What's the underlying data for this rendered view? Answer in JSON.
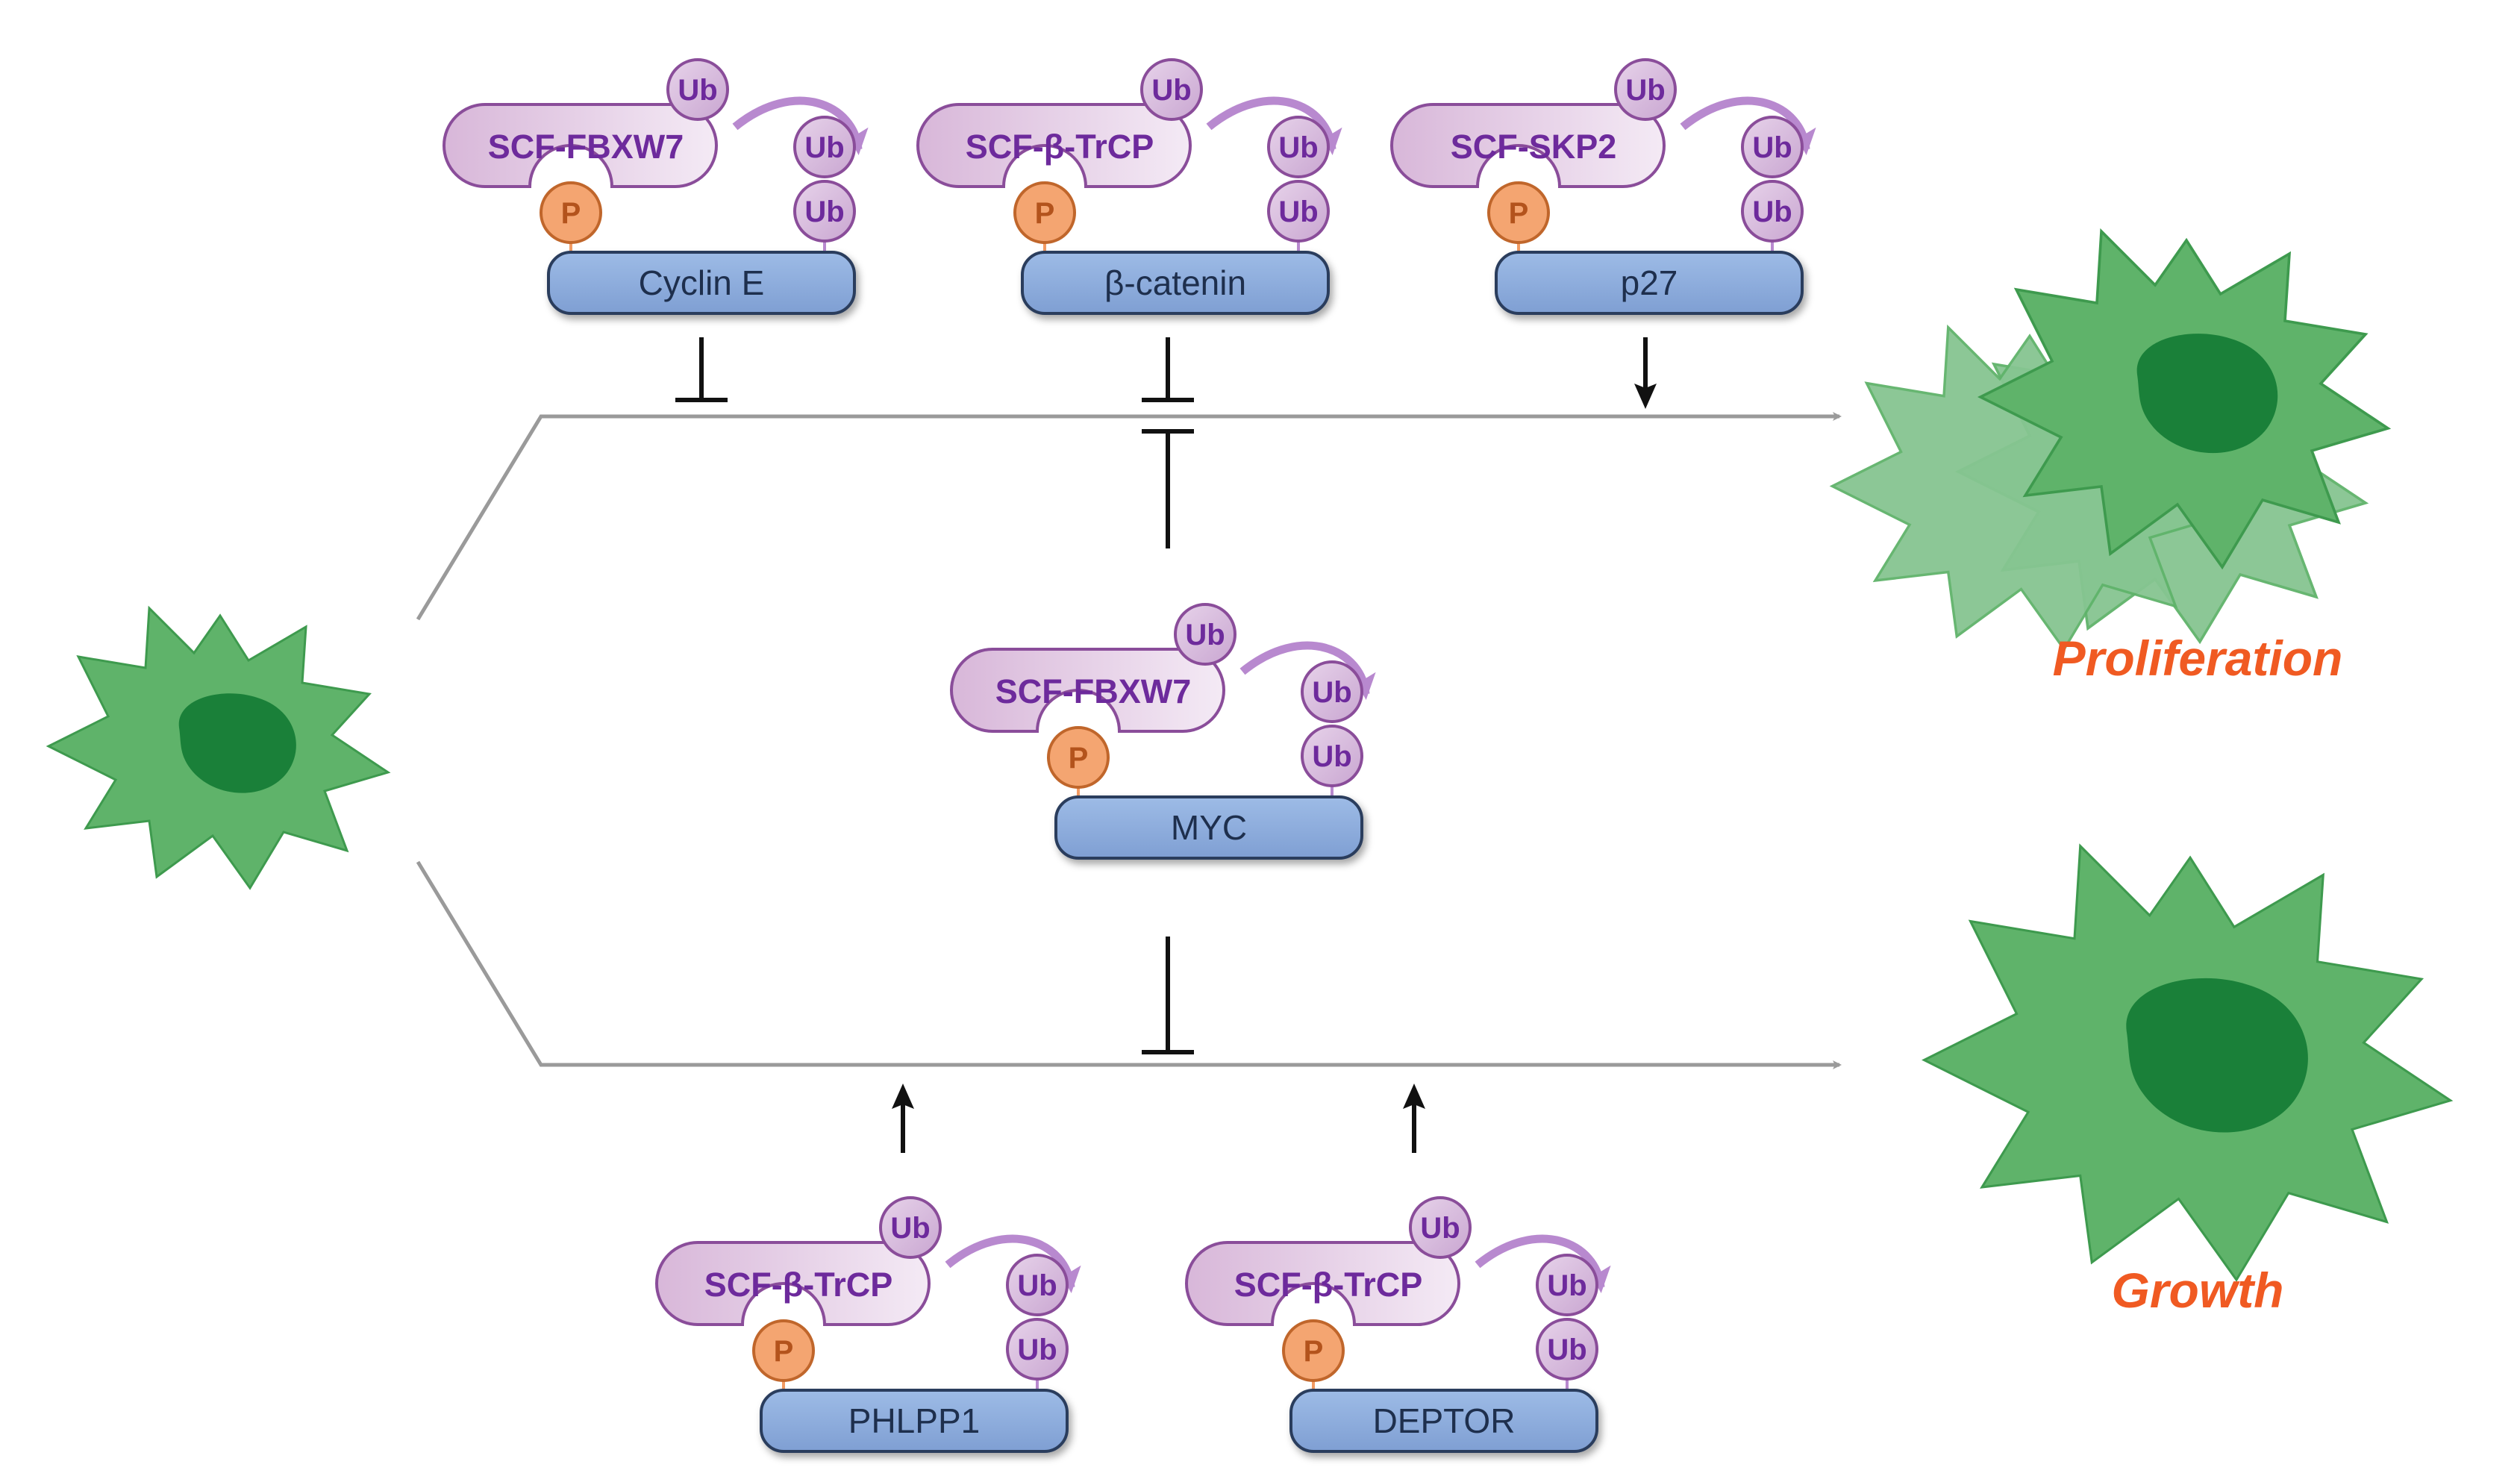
{
  "colors": {
    "ligase_fill": "#dbbbdb",
    "ligase_stroke": "#8a4d9a",
    "ub_fill": "#dcc2e0",
    "ub_text": "#6d2a9c",
    "phospho_fill": "#f4a571",
    "phospho_text": "#b3531c",
    "substrate_fill": "#8fb0df",
    "substrate_stroke": "#2c3e5d",
    "curved_arrow": "#b889cf",
    "cell_fill": "#5fb36a",
    "cell_light": "#86c591",
    "nucleus": "#1a8039",
    "pathway_line": "#9a9a9a",
    "outcome_text": "#f05a22"
  },
  "complexes": {
    "cyclin_e": {
      "ligase": "SCF-FBXW7",
      "ub": "Ub",
      "phospho": "P",
      "substrate": "Cyclin E"
    },
    "beta_catenin": {
      "ligase": "SCF-β-TrCP",
      "ub": "Ub",
      "phospho": "P",
      "substrate": "β-catenin"
    },
    "p27": {
      "ligase": "SCF-SKP2",
      "ub": "Ub",
      "phospho": "P",
      "substrate": "p27"
    },
    "myc": {
      "ligase": "SCF-FBXW7",
      "ub": "Ub",
      "phospho": "P",
      "substrate": "MYC"
    },
    "phlpp1": {
      "ligase": "SCF-β-TrCP",
      "ub": "Ub",
      "phospho": "P",
      "substrate": "PHLPP1"
    },
    "deptor": {
      "ligase": "SCF-β-TrCP",
      "ub": "Ub",
      "phospho": "P",
      "substrate": "DEPTOR"
    }
  },
  "outcomes": {
    "proliferation": "Proliferation",
    "growth": "Growth"
  }
}
